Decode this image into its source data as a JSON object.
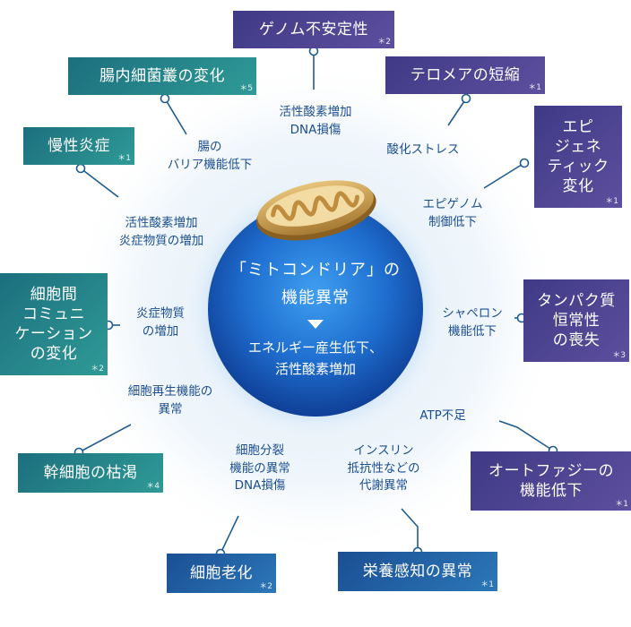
{
  "outer_boxes": [
    {
      "id": "genome",
      "text": "ゲノム不安定性",
      "note": "＊2",
      "style": "purple"
    },
    {
      "id": "telomere",
      "text": "テロメアの短縮",
      "note": "＊1",
      "style": "purple"
    },
    {
      "id": "epigenetic",
      "text": "エピ\nジェネ\nティック\n変化",
      "note": "＊1",
      "style": "purple"
    },
    {
      "id": "protein",
      "text": "タンパク質\n恒常性\nの喪失",
      "note": "＊3",
      "style": "purple"
    },
    {
      "id": "autophagy",
      "text": "オートファジーの\n機能低下",
      "note": "＊1",
      "style": "purple"
    },
    {
      "id": "nutrient",
      "text": "栄養感知の異常",
      "note": "＊1",
      "style": "blue"
    },
    {
      "id": "senescence",
      "text": "細胞老化",
      "note": "＊2",
      "style": "blue"
    },
    {
      "id": "stem",
      "text": "幹細胞の枯渇",
      "note": "＊4",
      "style": "teal"
    },
    {
      "id": "communication",
      "text": "細胞間\nコミュニ\nケーション\nの変化",
      "note": "＊2",
      "style": "teal"
    },
    {
      "id": "inflammation",
      "text": "慢性炎症",
      "note": "＊1",
      "style": "teal"
    },
    {
      "id": "microbiome",
      "text": "腸内細菌叢の変化",
      "note": "＊5",
      "style": "teal"
    }
  ],
  "inner_labels": [
    {
      "id": "ros-dna-top",
      "text": "活性酸素増加\nDNA損傷"
    },
    {
      "id": "oxidative-stress",
      "text": "酸化ストレス"
    },
    {
      "id": "epigenome-control",
      "text": "エピゲノム\n制御低下"
    },
    {
      "id": "chaperone",
      "text": "シャペロン\n機能低下"
    },
    {
      "id": "atp",
      "text": "ATP不足"
    },
    {
      "id": "insulin",
      "text": "インスリン\n抵抗性などの\n代謝異常"
    },
    {
      "id": "division",
      "text": "細胞分裂\n機能の異常\nDNA損傷"
    },
    {
      "id": "regeneration",
      "text": "細胞再生機能の\n異常"
    },
    {
      "id": "inflammatory-substances",
      "text": "炎症物質\nの増加"
    },
    {
      "id": "ros-inflammation",
      "text": "活性酸素増加\n炎症物質の増加"
    },
    {
      "id": "gut-barrier",
      "text": "腸の\nバリア機能低下"
    }
  ],
  "center": {
    "title": "「ミトコンドリア」の\n機能異常",
    "subtitle": "エネルギー産生低下、\n活性酸素増加"
  },
  "colors": {
    "purple": "#4a4391",
    "teal": "#23838a",
    "blue": "#2366a8",
    "line": "#1f5b8f",
    "label": "#1d4f8f",
    "orb": "#1f6fd0",
    "mito": "#c9a25a"
  },
  "icons": {
    "mitochondrion": "mitochondrion-icon",
    "arrow": "triangle-down-icon"
  }
}
